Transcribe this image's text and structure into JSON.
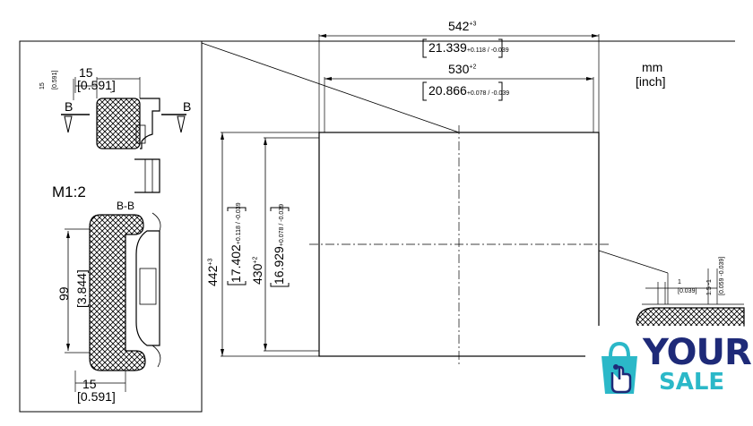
{
  "units": {
    "primary": "mm",
    "secondary": "[inch]"
  },
  "dimensions": {
    "overall_width": "542",
    "overall_width_tol": "+3",
    "overall_width_inch": "21.339",
    "overall_width_inch_tol": "+0.118 / -0.039",
    "opening_width": "530",
    "opening_width_tol": "+2",
    "opening_width_inch": "20.866",
    "opening_width_inch_tol": "+0.078 / -0.039",
    "overall_height": "442",
    "overall_height_tol": "+3",
    "overall_height_inch": "17.402",
    "overall_height_inch_tol": "+0.118 / -0.039",
    "opening_height": "430",
    "opening_height_tol": "+2",
    "opening_height_inch": "16.929",
    "opening_height_inch_tol": "+0.078 / -0.039",
    "detail_15_a": "15",
    "detail_15_a_inch": "[0.591]",
    "detail_15_b": "15",
    "detail_15_b_inch": "[0.591]",
    "detail_15_left": "15",
    "detail_15_left_inch": "[0.591]",
    "detail_99": "99",
    "detail_99_inch": "[3.844]",
    "right_detail_1": "1",
    "right_detail_1_inch": "[0.039]",
    "right_detail_tol": "1.5 -1",
    "right_detail_tol_inch": "[0.059 -0.039]"
  },
  "labels": {
    "scale": "M1:2",
    "section": "B-B",
    "section_mark_left": "B",
    "section_mark_right": "B"
  },
  "logo": {
    "line1": "YOUR",
    "line2": "SALE",
    "colors": {
      "accent": "#2bb8c8",
      "text": "#1e2a78",
      "hand": "#1e2a78"
    }
  }
}
